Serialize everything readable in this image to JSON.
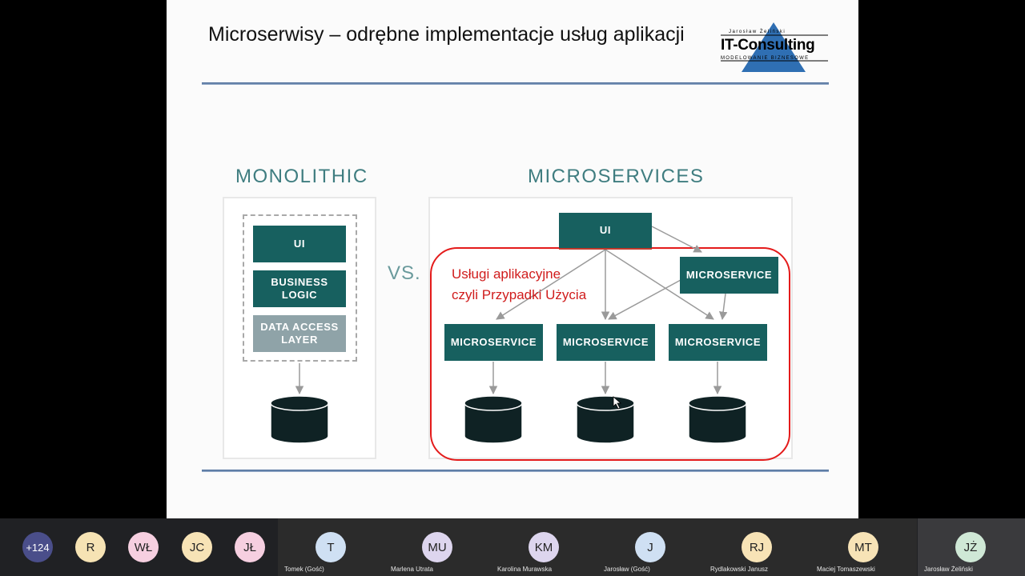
{
  "slide": {
    "title": "Microserwisy – odrębne implementacje usług aplikacji",
    "logo": {
      "top_text": "Jarosław Żeliński",
      "name": "IT-Consulting",
      "subtitle": "MODELOWANIE BIZNESOWE"
    },
    "monolithic": {
      "heading": "MONOLITHIC",
      "ui_label": "UI",
      "business_label": "BUSINESS LOGIC",
      "data_label": "DATA ACCESS LAYER"
    },
    "vs_label": "VS.",
    "microservices": {
      "heading": "MICROSERVICES",
      "ui_label": "UI",
      "service_label": "MICROSERVICE",
      "annotation_line1": "Usługi aplikacyjne",
      "annotation_line2": "czyli Przypadki Użycia"
    }
  },
  "participants": {
    "overflow": "+124",
    "circles": [
      {
        "initials": "R",
        "color": "#f6e3b4"
      },
      {
        "initials": "WŁ",
        "color": "#f6cfe0"
      },
      {
        "initials": "JC",
        "color": "#f7e3b6"
      },
      {
        "initials": "JŁ",
        "color": "#f6cfe0"
      }
    ],
    "tiles": [
      {
        "initials": "T",
        "name": "Tomek (Gość)",
        "color": "#cfe0f3"
      },
      {
        "initials": "MU",
        "name": "Marlena Utrata",
        "color": "#ddd5ee"
      },
      {
        "initials": "KM",
        "name": "Karolina Murawska",
        "color": "#ddd5ee"
      },
      {
        "initials": "J",
        "name": "Jarosław (Gość)",
        "color": "#cfe0f3"
      },
      {
        "initials": "RJ",
        "name": "Rydlakowski Janusz",
        "color": "#f7e3b6"
      },
      {
        "initials": "MT",
        "name": "Maciej Tomaszewski",
        "color": "#f7e3b6"
      },
      {
        "initials": "JŻ",
        "name": "Jarosław Żeliński",
        "color": "#cfe8d6"
      }
    ]
  },
  "colors": {
    "teal": "#17605f",
    "grey_box": "#8fa3a8",
    "annotation_red": "#e41b1b",
    "heading_teal": "#3f7d80",
    "overflow_avatar": "#4a4e8a"
  }
}
